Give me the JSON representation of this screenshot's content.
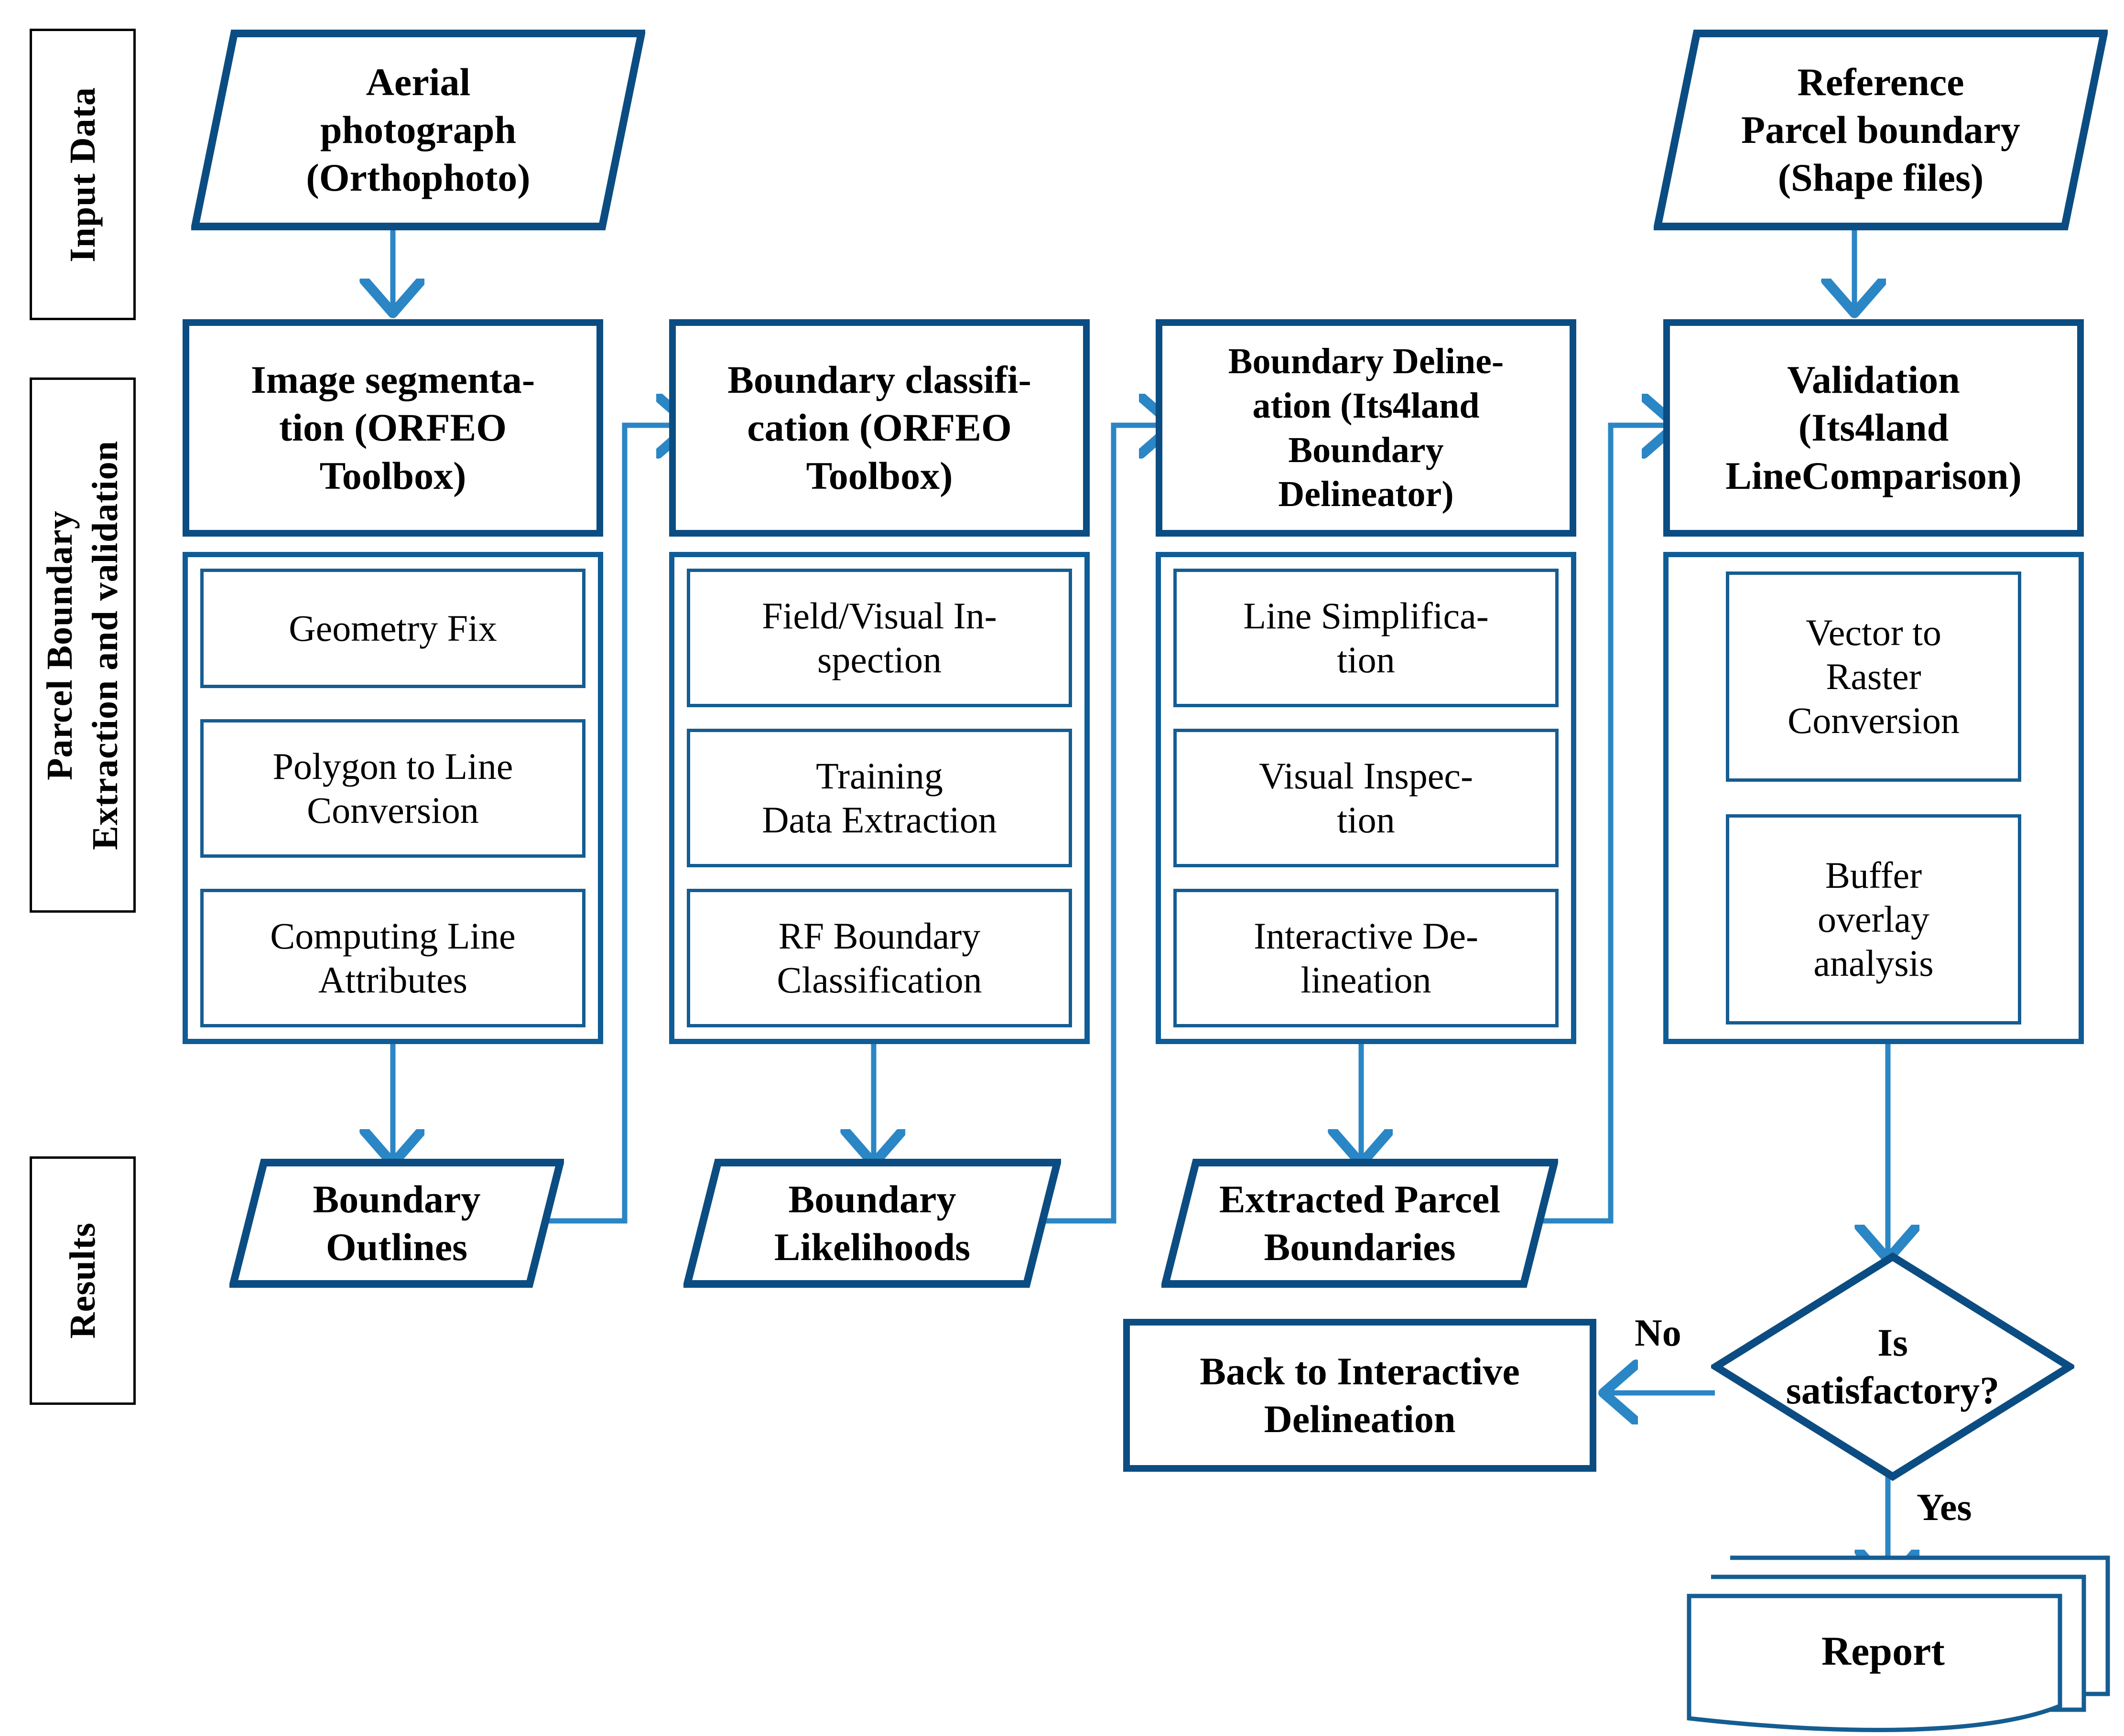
{
  "colors": {
    "dark_blue": "#0b4d82",
    "mid_blue": "#155d91",
    "arrow_blue": "#2b86c5",
    "black": "#000000",
    "white": "#ffffff"
  },
  "phases": [
    {
      "label": "Input Data"
    },
    {
      "label": "Parcel Boundary\nExtraction and validation"
    },
    {
      "label": "Results"
    }
  ],
  "inputs": [
    {
      "label": "Aerial\nphotograph\n(Orthophoto)"
    },
    {
      "label": "Reference\nParcel boundary\n(Shape files)"
    }
  ],
  "columns": [
    {
      "header": "Image segmenta-\ntion (ORFEO\nToolbox)",
      "steps": [
        "Geometry Fix",
        "Polygon to Line\nConversion",
        "Computing Line\nAttributes"
      ],
      "result": "Boundary\nOutlines"
    },
    {
      "header": "Boundary classifi-\ncation (ORFEO\nToolbox)",
      "steps": [
        "Field/Visual In-\nspection",
        "Training\nData Extraction",
        "RF Boundary\nClassification"
      ],
      "result": "Boundary\nLikelihoods"
    },
    {
      "header": "Boundary Deline-\nation (Its4land\nBoundary\nDelineator)",
      "steps": [
        "Line Simplifica-\ntion",
        "Visual Inspec-\ntion",
        "Interactive De-\nlineation"
      ],
      "result": "Extracted Parcel\nBoundaries"
    },
    {
      "header": "Validation\n(Its4land\nLineComparison)",
      "steps": [
        "Vector to\nRaster\nConversion",
        "Buffer\noverlay\nanalysis"
      ],
      "result": null
    }
  ],
  "decision": {
    "label": "Is\nsatisfactory?"
  },
  "edge_labels": {
    "no": "No",
    "yes": "Yes"
  },
  "feedback": {
    "label": "Back to Interactive\nDelineation"
  },
  "report": {
    "label": "Report"
  }
}
